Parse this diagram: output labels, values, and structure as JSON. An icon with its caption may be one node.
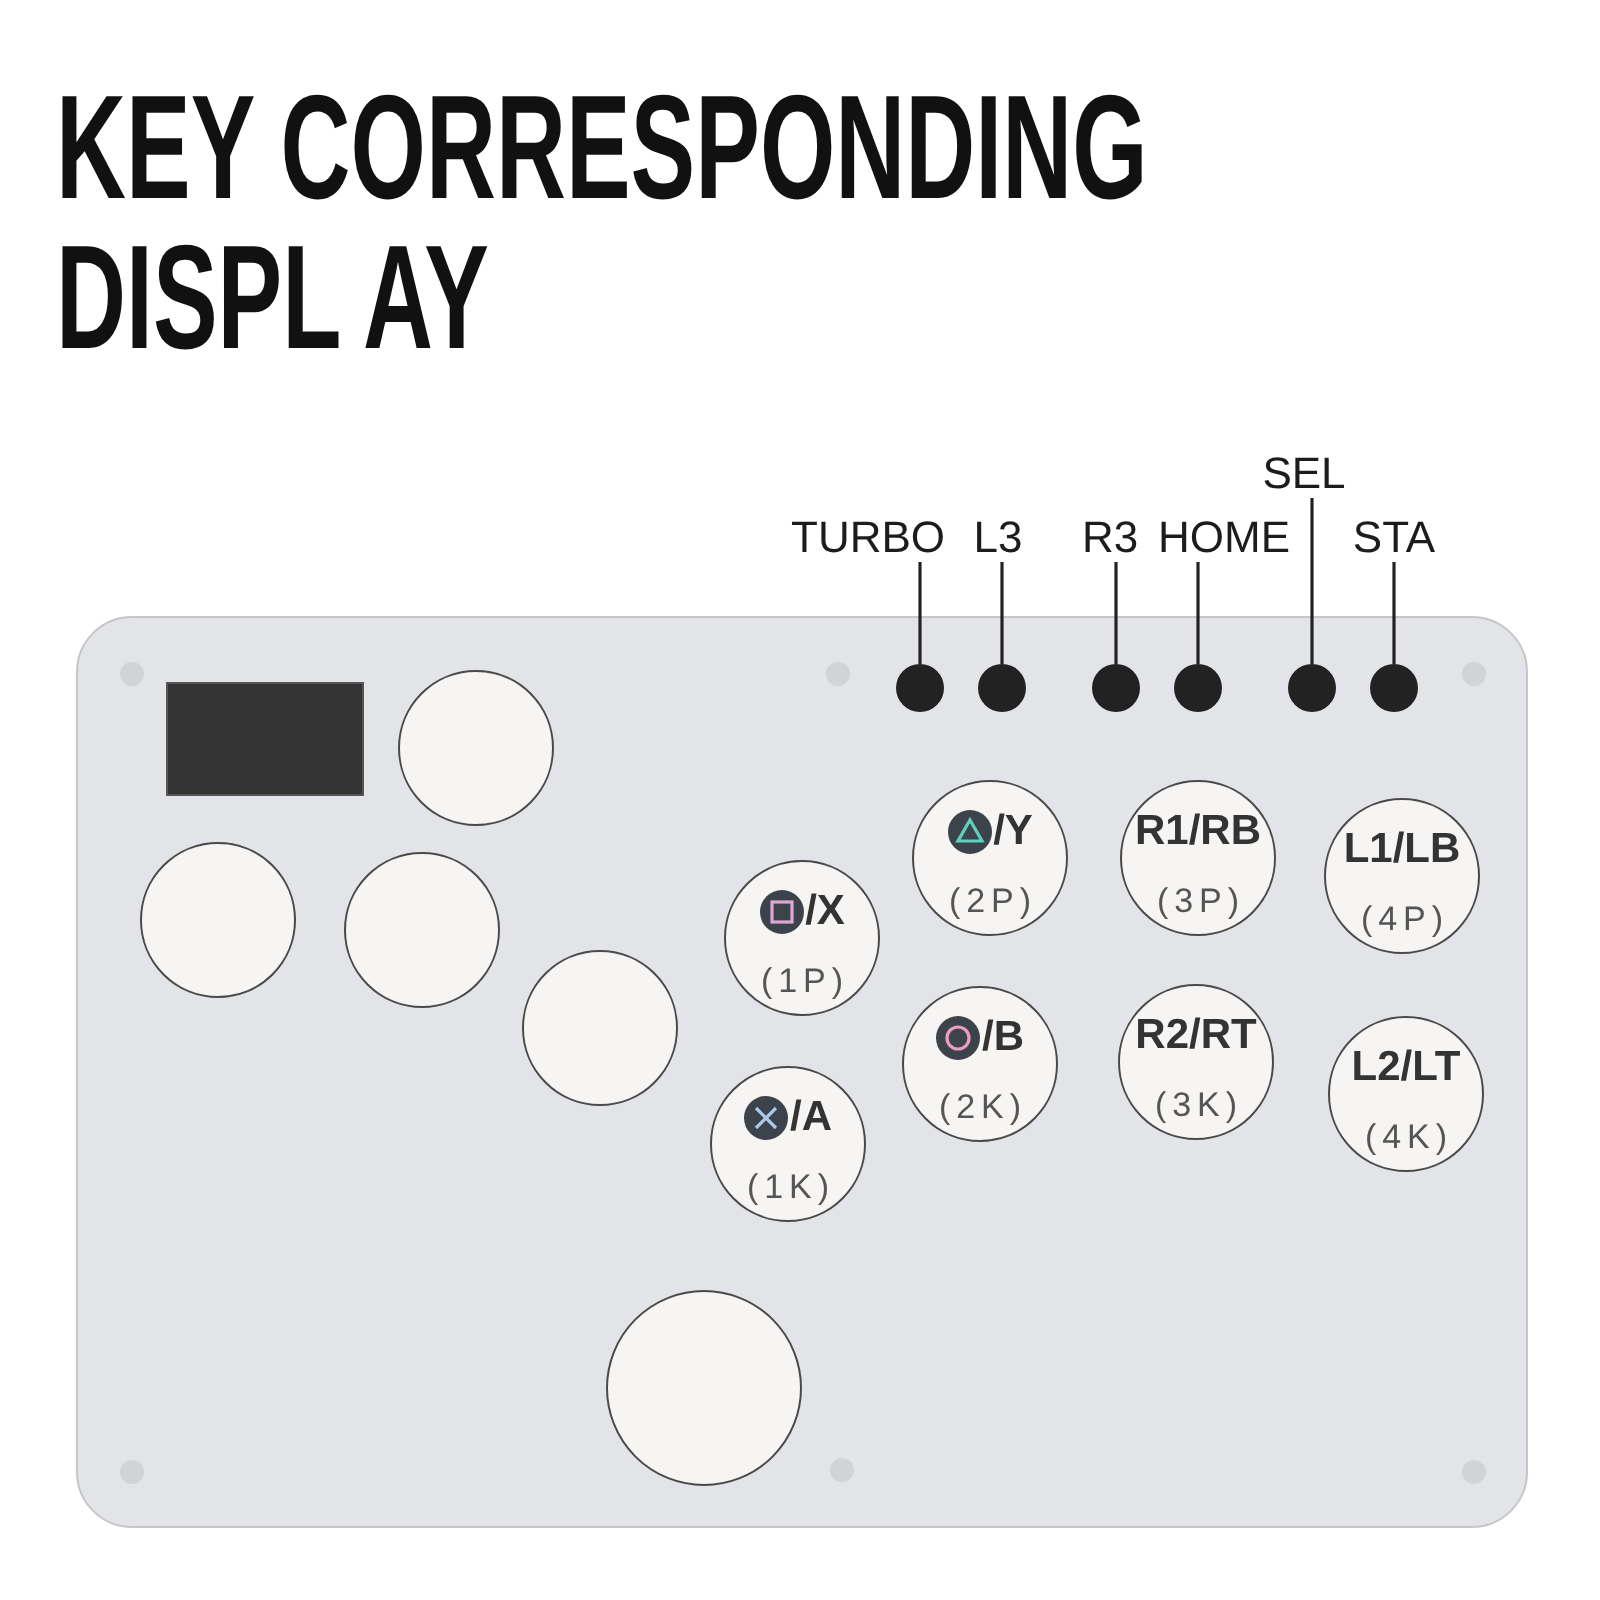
{
  "diagram": {
    "title": "KEY CORRESPONDING DISPL AY",
    "nodes": [
      {
        "text": [
          "SEL"
        ]
      },
      {
        "text": [
          "TURBO"
        ]
      },
      {
        "text": [
          "L3"
        ]
      },
      {
        "text": [
          "R3"
        ]
      },
      {
        "text": [
          "HOME"
        ]
      },
      {
        "text": [
          "STA"
        ]
      },
      {
        "text": [],
        "shape": "box"
      },
      {
        "text": [],
        "shape": "box",
        "in": 6
      },
      {
        "text": [],
        "shape": "circle",
        "in": 6
      },
      {
        "text": [],
        "shape": "circle",
        "in": 6
      },
      {
        "text": [],
        "shape": "circle",
        "in": 6
      },
      {
        "text": [],
        "shape": "circle",
        "in": 6
      },
      {
        "text": [],
        "shape": "circle",
        "in": 6
      },
      {
        "text": [],
        "shape": "circle",
        "in": 6
      },
      {
        "text": [],
        "shape": "circle",
        "in": 6
      },
      {
        "text": [],
        "shape": "circle",
        "in": 6
      },
      {
        "text": [],
        "shape": "circle",
        "in": 6
      },
      {
        "text": [],
        "shape": "circle",
        "in": 6
      },
      {
        "text": [
          "/X",
          "(1P)"
        ],
        "in": 6
      },
      {
        "text": [
          "/A",
          "(1K)"
        ],
        "in": 6
      },
      {
        "text": [
          "/Y",
          "(2P)"
        ],
        "in": 6
      },
      {
        "text": [
          "/B",
          "(2K)"
        ],
        "in": 6
      },
      {
        "text": [
          "R1/RB",
          "(3P)"
        ],
        "in": 6
      },
      {
        "text": [
          "R2/RT",
          "(3K)"
        ],
        "in": 6
      },
      {
        "text": [
          "L1/LB",
          "(4P)"
        ],
        "in": 6
      },
      {
        "text": [
          "L2/LT",
          "(4K)"
        ],
        "in": 6
      },
      {
        "text": [],
        "shape": "circle",
        "in": 6
      }
    ],
    "edges": [
      {
        "from": 0,
        "to": 12,
        "arrow": "none"
      },
      {
        "from": 1,
        "to": 8,
        "arrow": "none"
      },
      {
        "from": 2,
        "to": 9,
        "arrow": "none"
      },
      {
        "from": 3,
        "to": 10,
        "arrow": "none"
      },
      {
        "from": 4,
        "to": 11,
        "arrow": "none"
      },
      {
        "from": 5,
        "to": 13,
        "arrow": "none"
      }
    ]
  }
}
